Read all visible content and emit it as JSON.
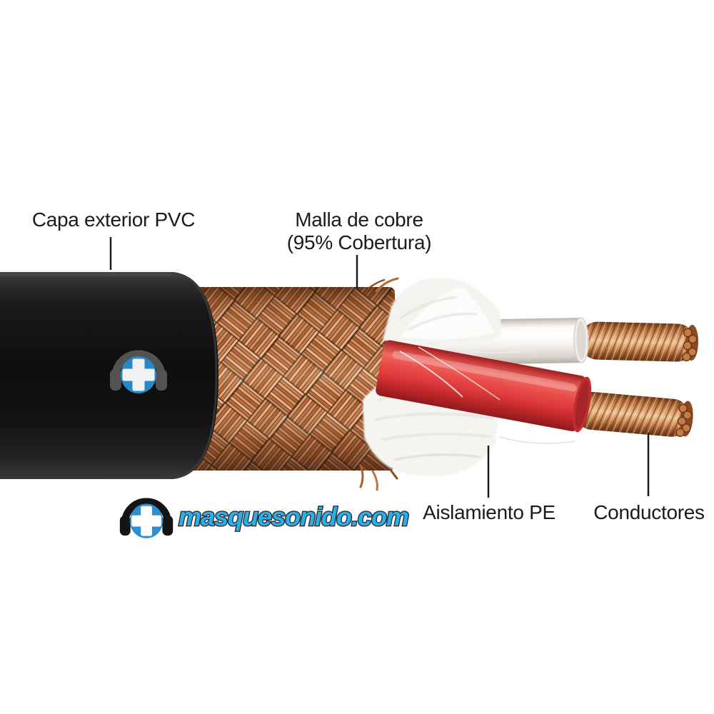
{
  "annotations": {
    "pvc": {
      "label": "Capa exterior PVC"
    },
    "mesh": {
      "line1": "Malla de cobre",
      "line2": "(95% Cobertura)"
    },
    "insulation": {
      "label": "Aislamiento PE"
    },
    "conductors": {
      "label": "Conductores"
    }
  },
  "branding": {
    "website": "masquesonido.com",
    "icon": "headphones-plus-icon",
    "brand_blue": "#29b0e8"
  },
  "colors": {
    "background": "#ffffff",
    "label_text": "#1b1b1b",
    "leader_line": "#1c1c1c",
    "jacket_black": "#121212",
    "copper_braid": "#c8804e",
    "copper_conductor": "#d2915c",
    "wire_red": "#e04040",
    "wire_white": "#f4f2ee",
    "fiber_white": "#f5f4f1",
    "logo_blue": "#2b8fd3"
  }
}
